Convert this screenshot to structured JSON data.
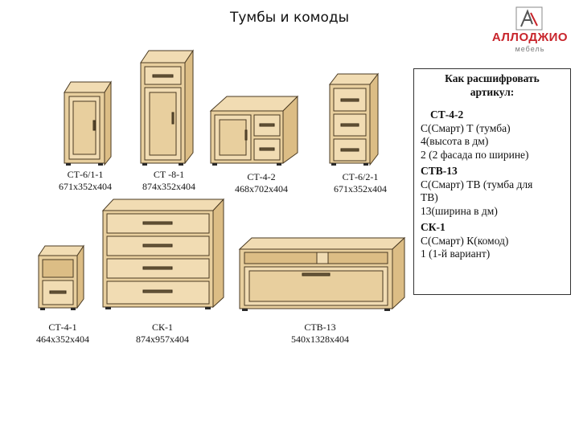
{
  "page": {
    "title": "Тумбы и комоды"
  },
  "logo": {
    "brand": "АЛЛОДЖИО",
    "sub": "мебель",
    "accent_color": "#c8252c"
  },
  "info_box": {
    "heading_line1": "Как расшифровать",
    "heading_line2": "артикул:",
    "entries": [
      {
        "code": "СТ-4-2",
        "lines": [
          "С(Смарт)  Т (тумба)",
          "4(высота в дм)",
          "2 (2 фасада  по ширине)"
        ]
      },
      {
        "code": "СТВ-13",
        "lines": [
          "С(Смарт)  ТВ (тумба для",
          "ТВ)",
          "13(ширина в дм)"
        ]
      },
      {
        "code": "СК-1",
        "lines": [
          "С(Смарт)  К(комод)",
          "1 (1-й вариант)"
        ]
      }
    ]
  },
  "products": [
    {
      "name": "СТ-6/1-1",
      "size": "671x352x404"
    },
    {
      "name": "СТ -8-1",
      "size": "874x352x404"
    },
    {
      "name": "СТ-4-2",
      "size": "468x702x404"
    },
    {
      "name": "СТ-6/2-1",
      "size": "671x352x404"
    },
    {
      "name": "СТ-4-1",
      "size": "464x352x404"
    },
    {
      "name": "СК-1",
      "size": "874x957x404"
    },
    {
      "name": "СТВ-13",
      "size": "540x1328x404"
    }
  ]
}
